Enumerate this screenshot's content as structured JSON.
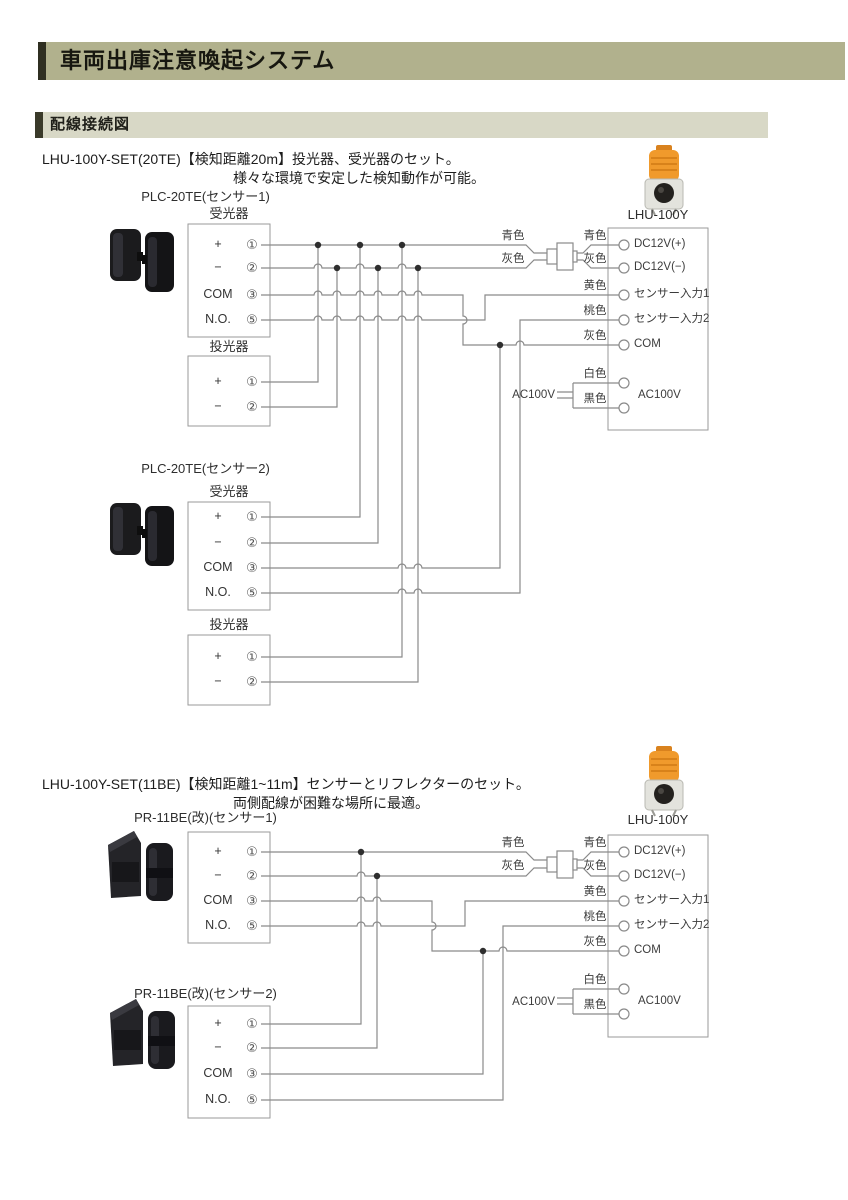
{
  "page": {
    "title": "車両出庫注意喚起システム",
    "section": "配線接続図"
  },
  "shared": {
    "unit_name": "LHU-100Y",
    "receiver": "受光器",
    "emitter": "投光器",
    "rows4": [
      {
        "t": "+",
        "p": "①"
      },
      {
        "t": "−",
        "p": "②"
      },
      {
        "t": "COM",
        "p": "③"
      },
      {
        "t": "N.O.",
        "p": "⑤"
      }
    ],
    "rows2": [
      {
        "t": "+",
        "p": "①"
      },
      {
        "t": "−",
        "p": "②"
      }
    ],
    "terminals": [
      "DC12V(+)",
      "DC12V(−)",
      "センサー入力1",
      "センサー入力2",
      "COM",
      "AC100V"
    ],
    "colors": {
      "blue": "青色",
      "gray": "灰色",
      "yellow": "黄色",
      "pink": "桃色",
      "white": "白色",
      "black": "黒色"
    },
    "ac_source": "AC100V"
  },
  "d1": {
    "title": "LHU-100Y-SET(20TE)【検知距離20m】投光器、受光器のセット。",
    "subtitle": "様々な環境で安定した検知動作が可能。",
    "sensor1": "PLC-20TE(センサー1)",
    "sensor2": "PLC-20TE(センサー2)"
  },
  "d2": {
    "title": "LHU-100Y-SET(11BE)【検知距離1~11m】センサーとリフレクターのセット。",
    "subtitle": "両側配線が困難な場所に最適。",
    "sensor1": "PR-11BE(改)(センサー1)",
    "sensor2": "PR-11BE(改)(センサー2)"
  },
  "ui_colors": {
    "header_bg": "#b1b18d",
    "header_accent": "#2f2f21",
    "section_bg": "#d8d8c6",
    "section_accent": "#3a3a2a",
    "lamp_orange": "#f09a2c",
    "wire_gray": "#8a8a8a"
  }
}
